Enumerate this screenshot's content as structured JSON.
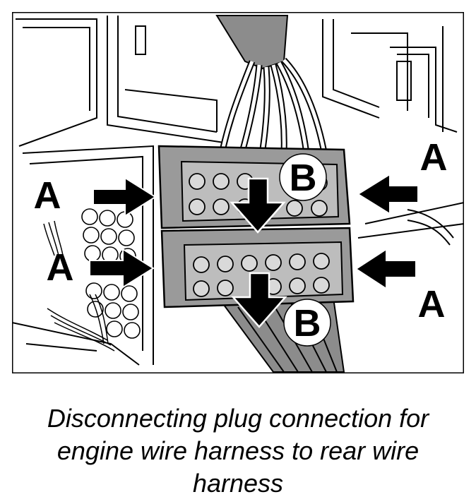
{
  "figure": {
    "callouts": {
      "a_top_left": "A",
      "a_bottom_left": "A",
      "a_top_right": "A",
      "a_bottom_right": "A",
      "b_top": "B",
      "b_bottom": "B"
    },
    "colors": {
      "line": "#000000",
      "connector_fill": "#9a9a9a",
      "harness_fill": "#8c8c8c",
      "background": "#ffffff"
    }
  },
  "caption": {
    "line1": "Disconnecting plug connection for",
    "line2": "engine wire harness to rear wire",
    "line3": "harness"
  }
}
